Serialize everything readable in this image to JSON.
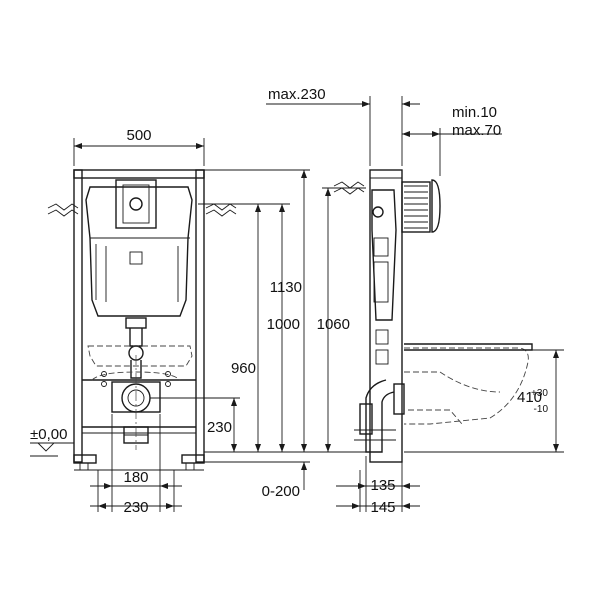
{
  "front_view": {
    "width_top": "500",
    "h_1130": "1130",
    "h_1000": "1000",
    "h_960": "960",
    "h_230": "230",
    "floor_level": "±0,00",
    "w_180": "180",
    "w_230": "230",
    "adj_0_200": "0-200"
  },
  "side_view": {
    "max_230": "max.230",
    "min_10": "min.10",
    "max_70": "max.70",
    "h_1060": "1060",
    "h_410": "410",
    "tol_plus": "+30",
    "tol_minus": "-10",
    "d_135": "135",
    "d_145": "145"
  }
}
